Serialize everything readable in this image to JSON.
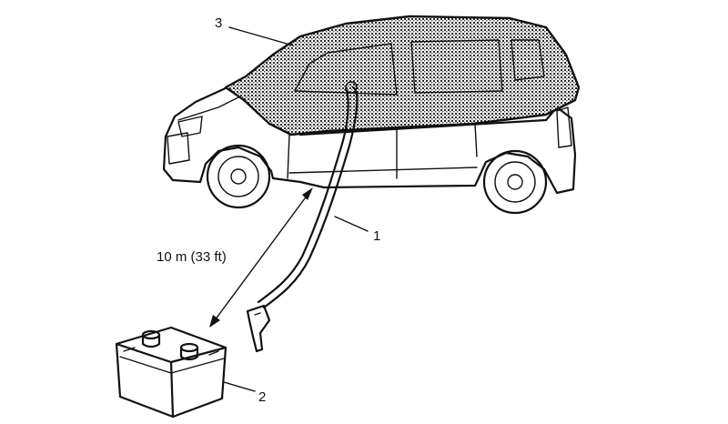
{
  "callouts": {
    "cable": "1",
    "battery": "2",
    "car_cover": "3"
  },
  "distance_label": "10 m (33 ft)",
  "colors": {
    "ink": "#111111",
    "background": "#ffffff"
  }
}
